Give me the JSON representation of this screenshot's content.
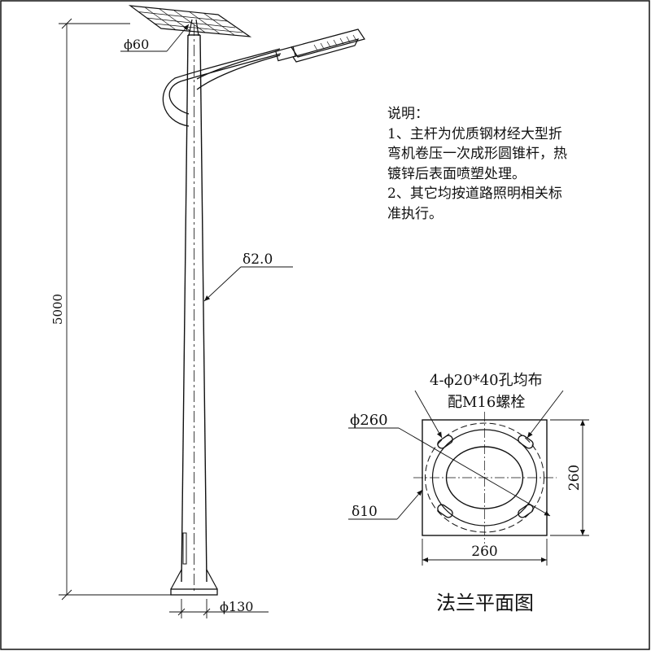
{
  "pole": {
    "height_dim": "5000",
    "top_dia": "ϕ60",
    "wall_thickness": "δ2.0",
    "base_dia": "ϕ130"
  },
  "notes": {
    "title": "说明：",
    "lines": [
      "1、主杆为优质钢材经大型折",
      "弯机卷压一次成形圆锥杆，热",
      "镀锌后表面喷塑处理。",
      "2、其它均按道路照明相关标",
      "准执行。"
    ]
  },
  "flange": {
    "holes_line1": "4-ϕ20*40孔均布",
    "holes_line2": "配M16螺栓",
    "bolt_circle": "ϕ260",
    "thickness": "δ10",
    "width": "260",
    "height": "260",
    "caption": "法兰平面图"
  }
}
